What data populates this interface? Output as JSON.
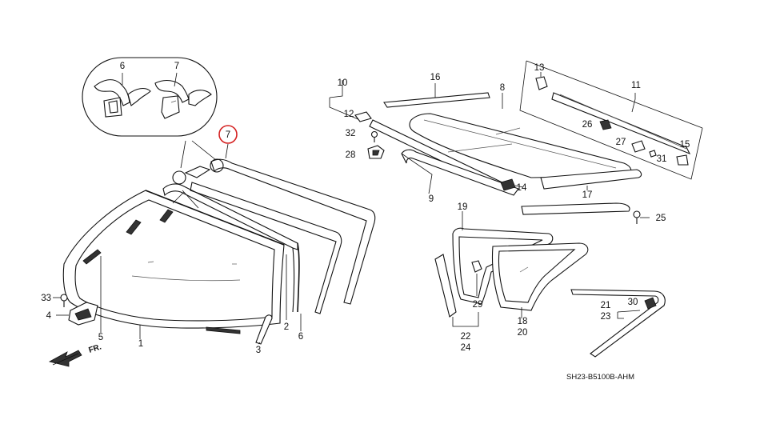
{
  "diagram_code": "SH23-B5100B-AHM",
  "front_label": "FR.",
  "highlight_color": "#d42020",
  "callouts": {
    "c1": "1",
    "c2": "2",
    "c3": "3",
    "c4": "4",
    "c5": "5",
    "c6": "6",
    "c6_detail": "6",
    "c7_detail": "7",
    "c7_circled": "7",
    "c8": "8",
    "c9": "9",
    "c10": "10",
    "c11": "11",
    "c12": "12",
    "c13": "13",
    "c14": "14",
    "c15": "15",
    "c16": "16",
    "c17": "17",
    "c18": "18",
    "c19": "19",
    "c20": "20",
    "c21": "21",
    "c22": "22",
    "c23": "23",
    "c24": "24",
    "c25": "25",
    "c26": "26",
    "c27": "27",
    "c28": "28",
    "c29": "29",
    "c30": "30",
    "c31": "31",
    "c32": "32",
    "c33": "33"
  }
}
